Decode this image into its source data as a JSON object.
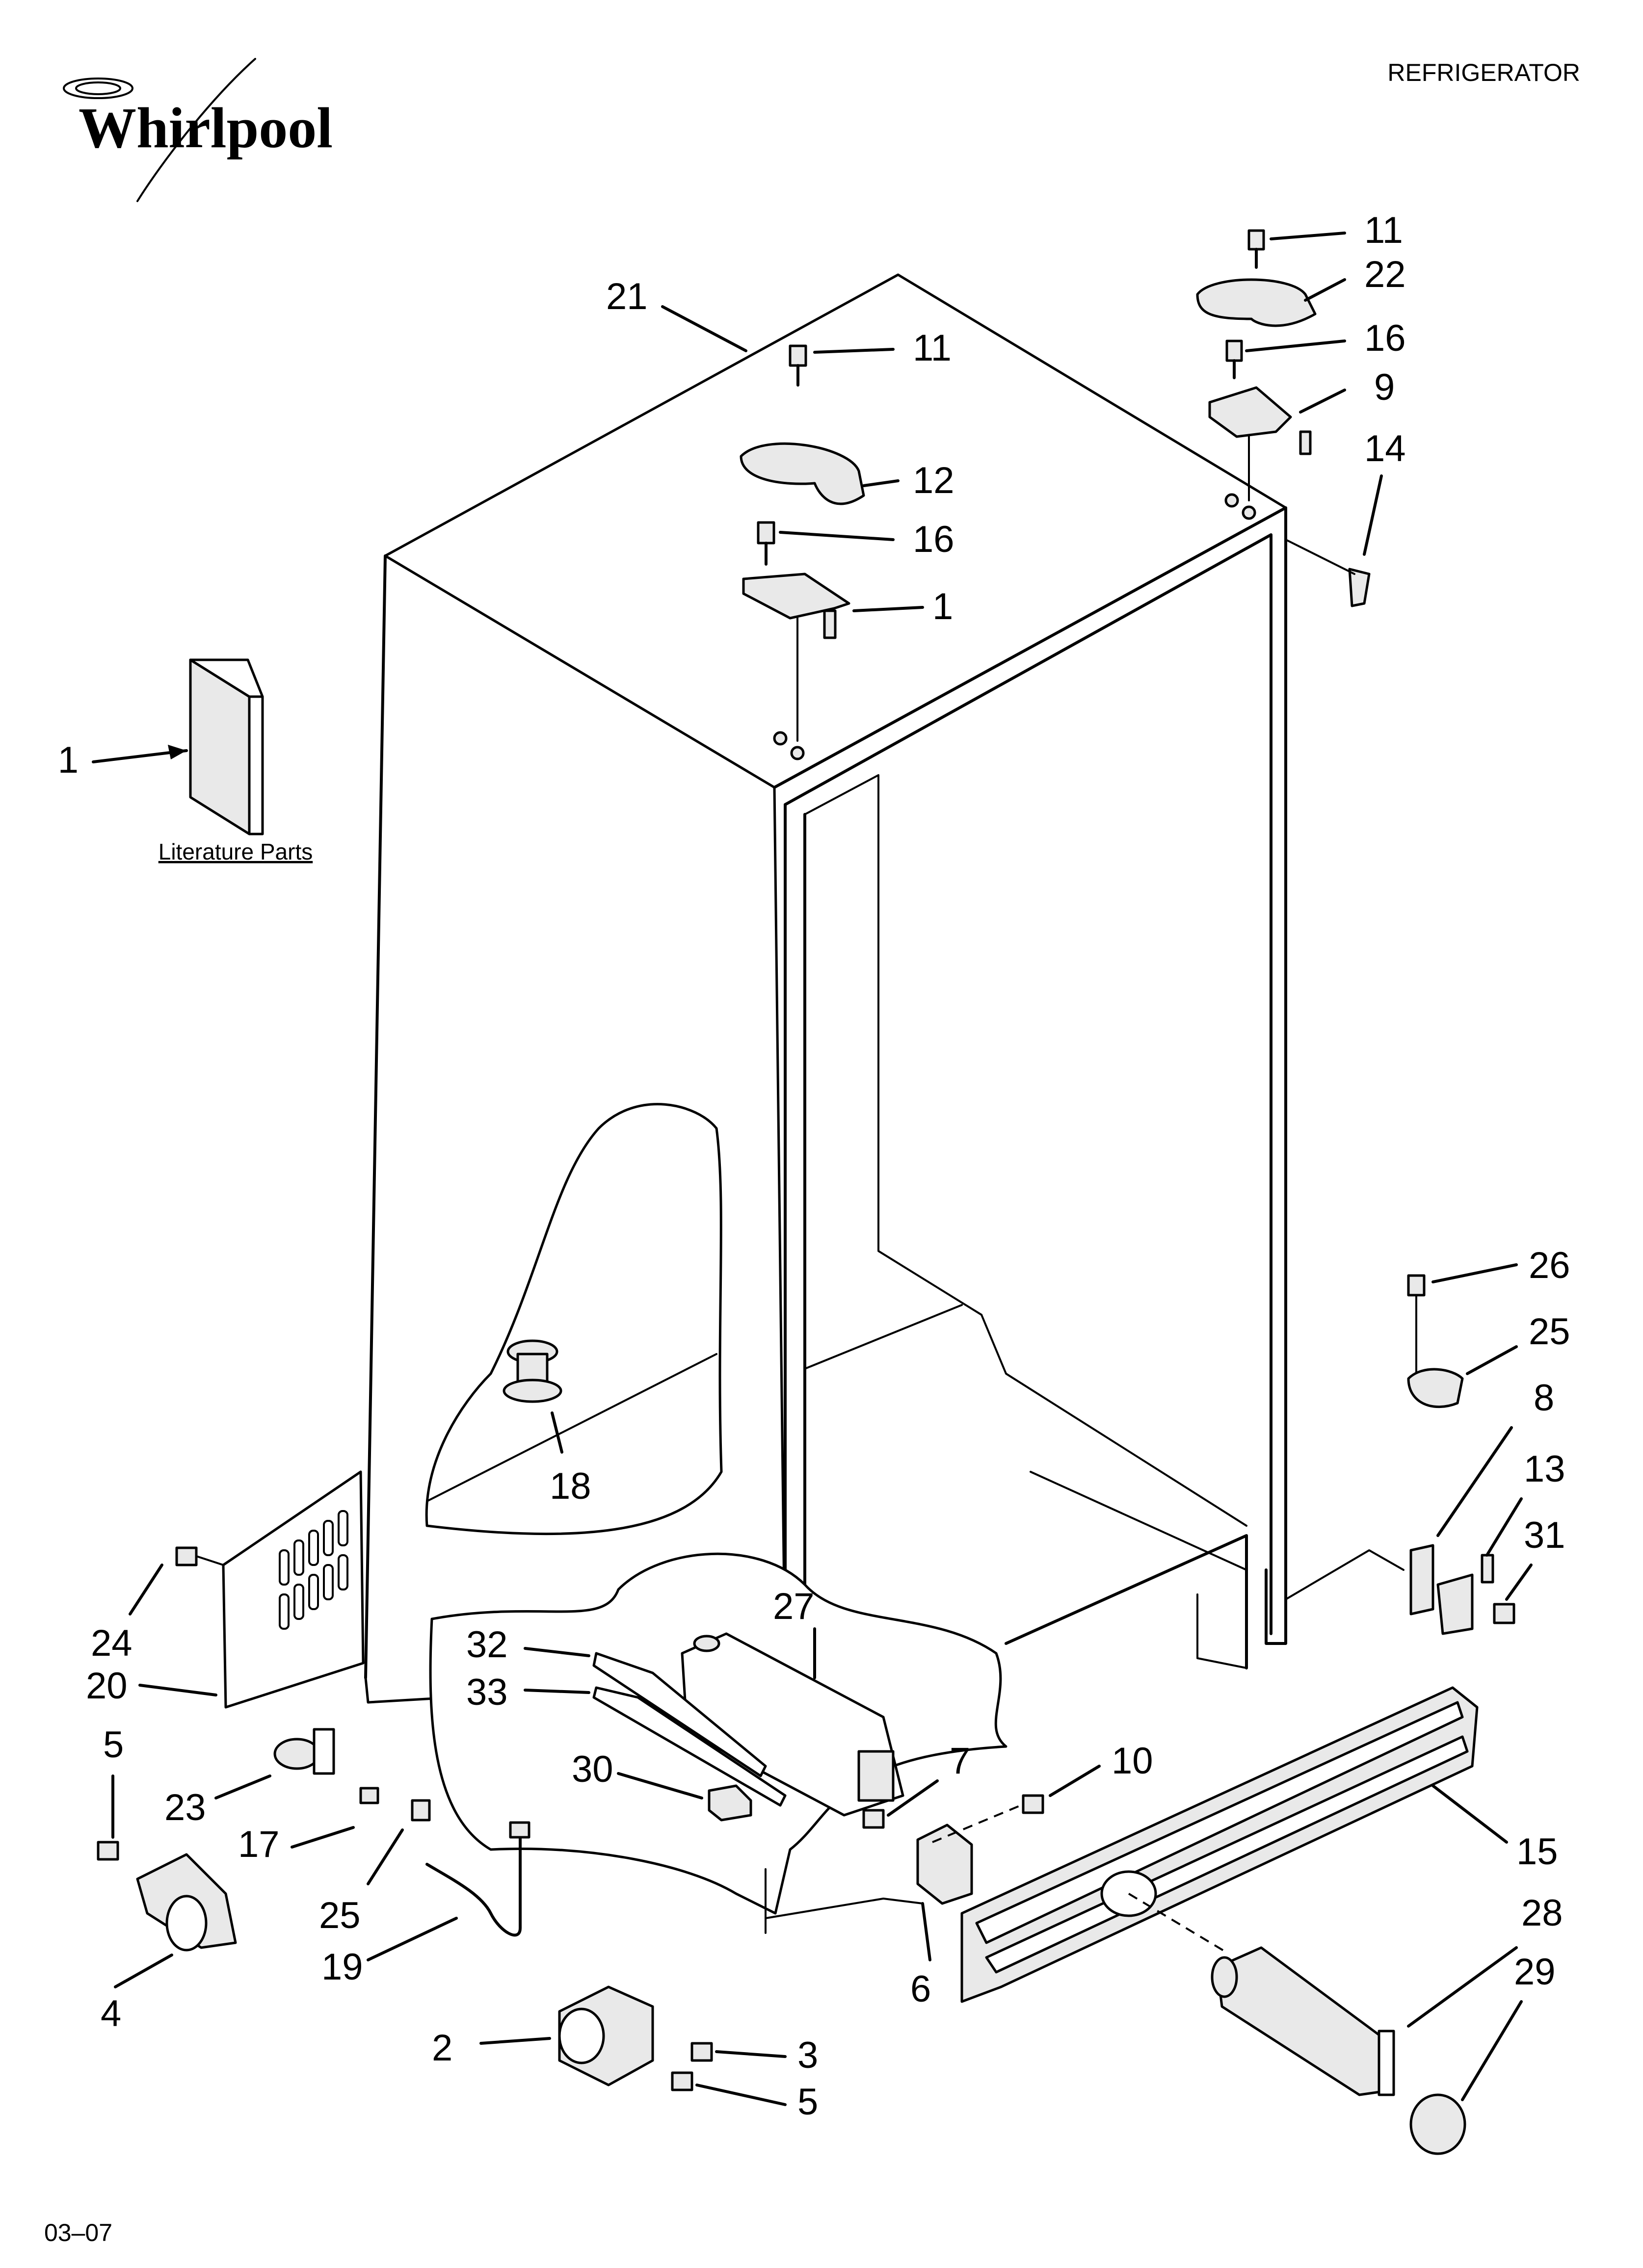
{
  "header": {
    "brand": "Whirlpool",
    "product": "REFRIGERATOR"
  },
  "literature": {
    "label": "Literature Parts",
    "callout": "1"
  },
  "footer": {
    "code": "03–07"
  },
  "callouts": [
    "11",
    "22",
    "16",
    "9",
    "14",
    "21",
    "11",
    "12",
    "16",
    "1",
    "26",
    "25",
    "8",
    "13",
    "31",
    "18",
    "27",
    "32",
    "33",
    "30",
    "7",
    "10",
    "24",
    "20",
    "5",
    "23",
    "17",
    "25",
    "19",
    "4",
    "6",
    "15",
    "28",
    "29",
    "2",
    "3",
    "5"
  ],
  "colors": {
    "line": "#000000",
    "part_fill": "#e9e9e9",
    "background": "#ffffff"
  }
}
